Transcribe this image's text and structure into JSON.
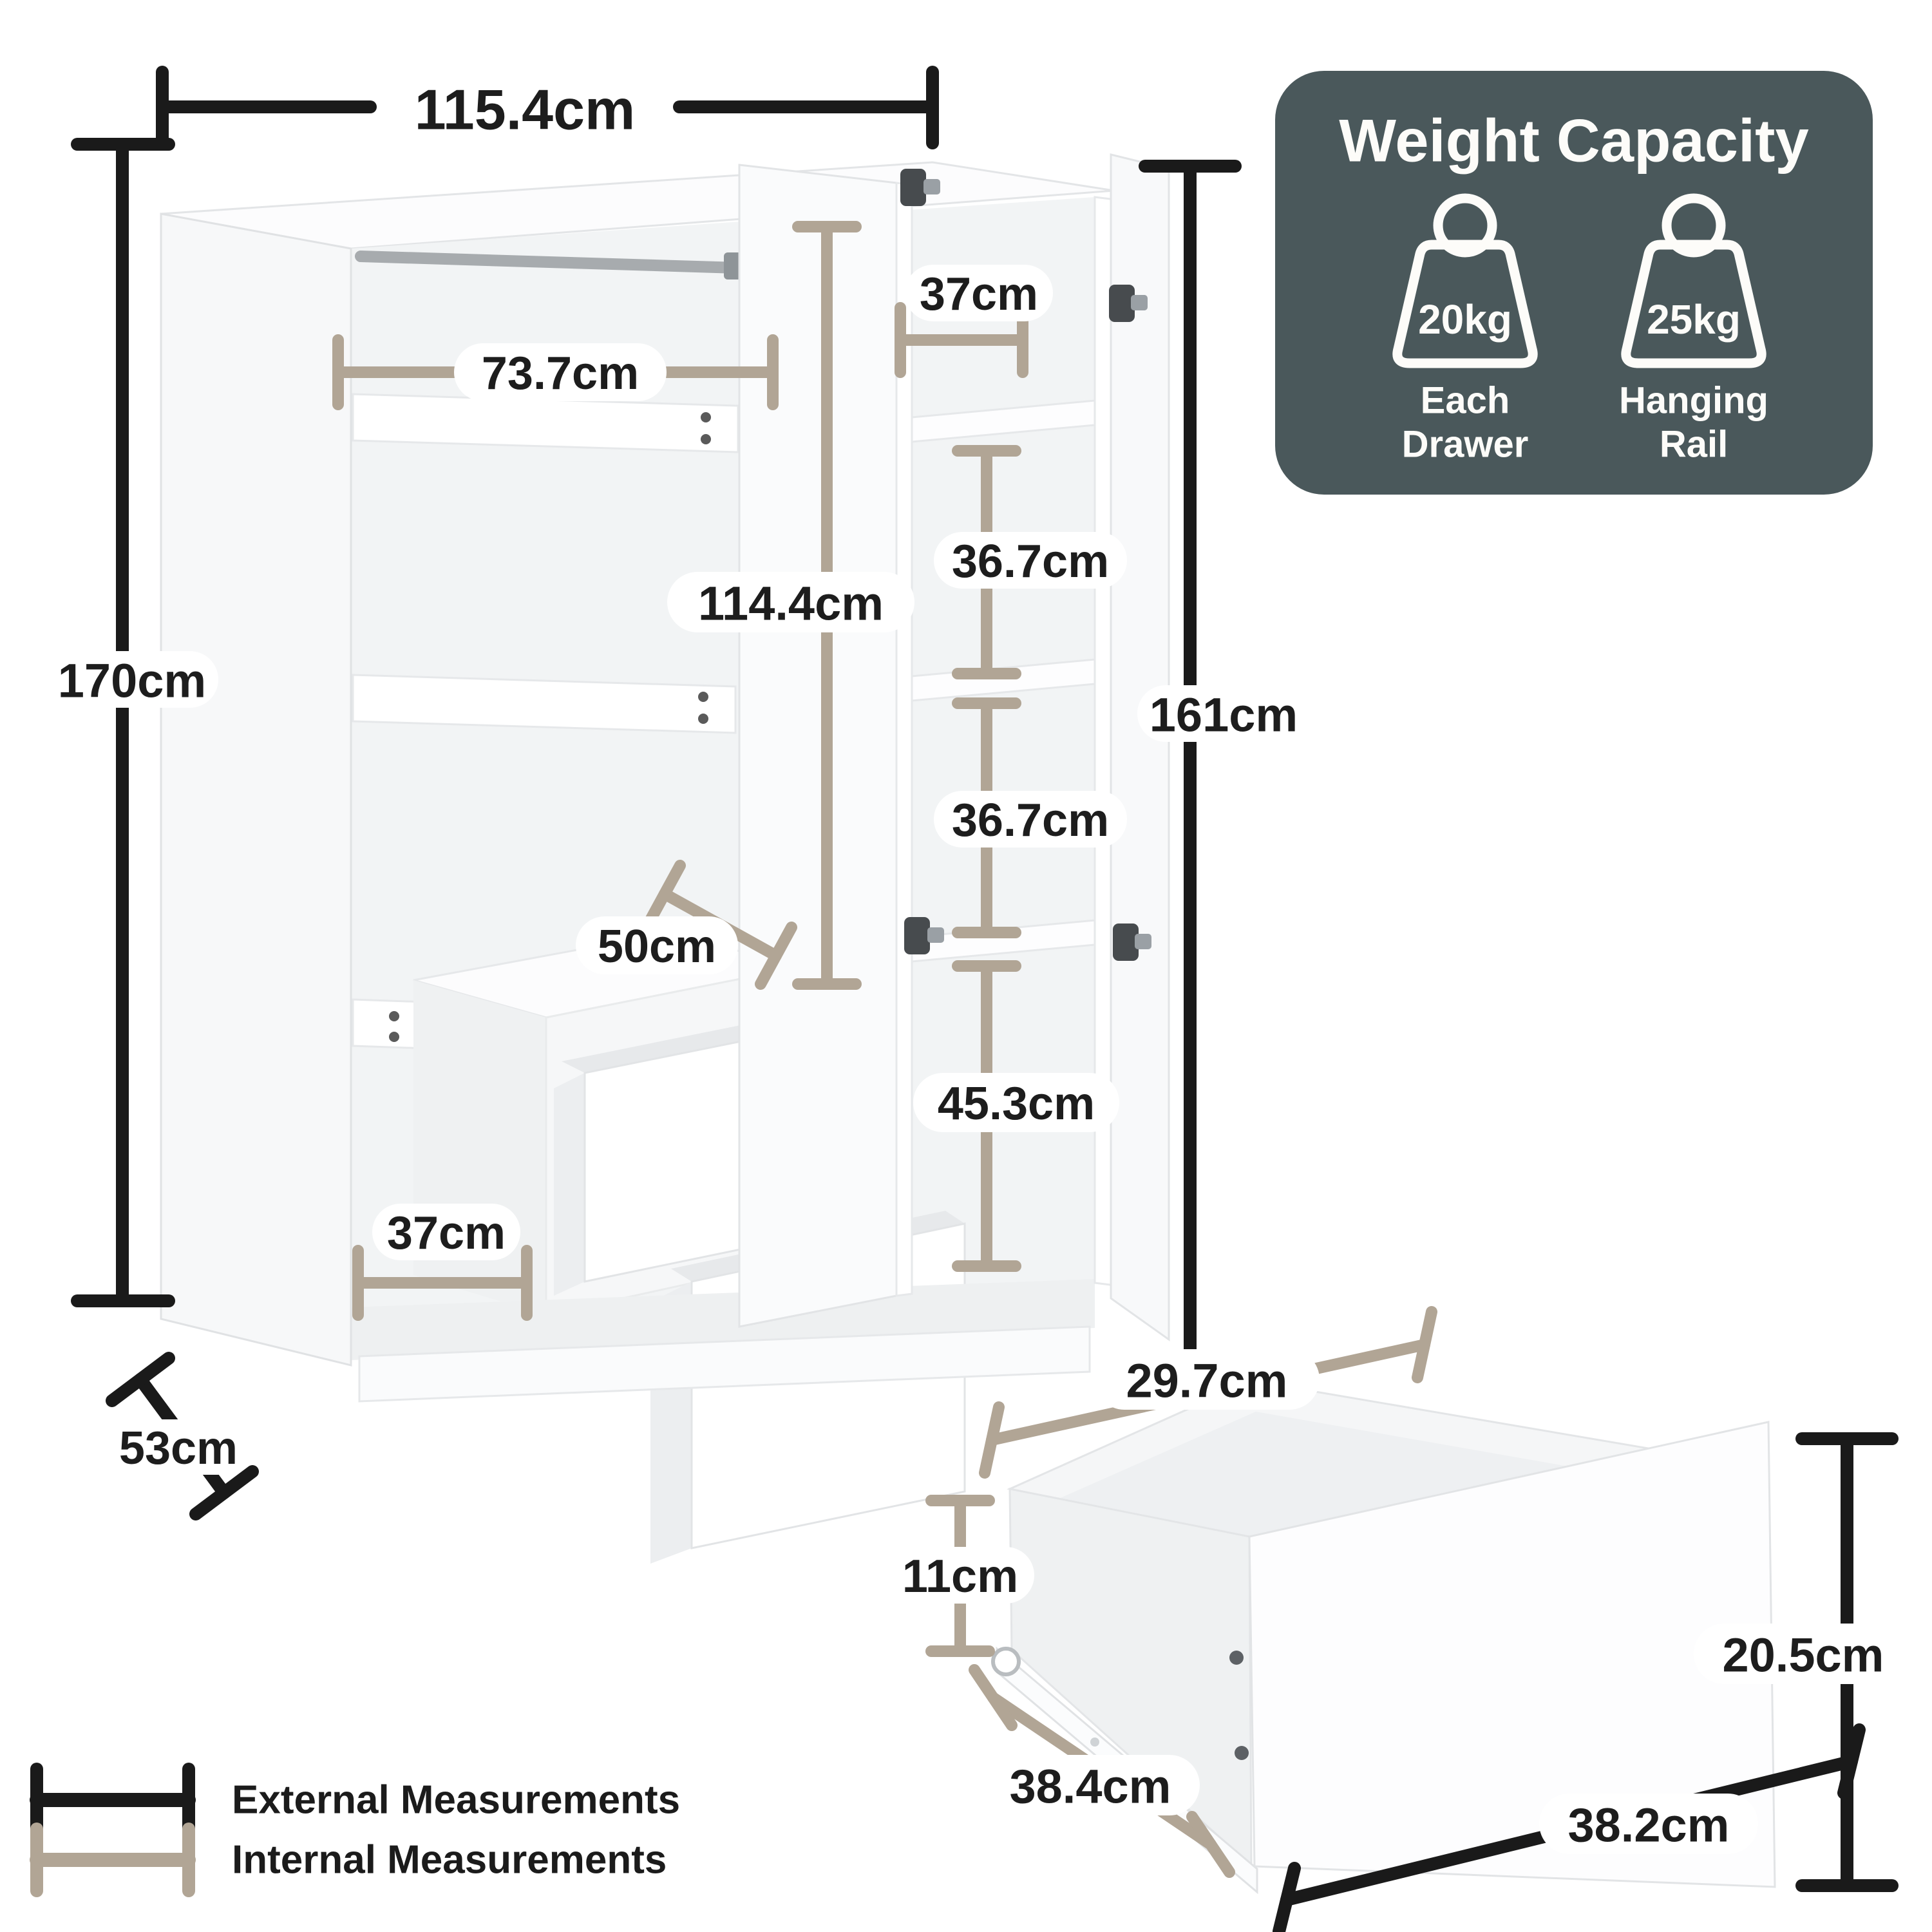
{
  "page": {
    "background": "#ffffff"
  },
  "colors": {
    "external_measure": "#1a1a1a",
    "internal_measure": "#b1a595",
    "weight_panel": "#4a585b",
    "pill": "#ffffff",
    "label_text": "#1d1d1d"
  },
  "wardrobe": {
    "external_width": "115.4cm",
    "external_height": "170cm",
    "external_depth": "53cm",
    "internal_height_right": "161cm",
    "hanging_area_width": "73.7cm",
    "hanging_area_height": "114.4cm",
    "top_shelf_width": "37cm",
    "shelf_spacing_upper": "36.7cm",
    "shelf_spacing_lower": "36.7cm",
    "bottom_right_section_height": "45.3cm",
    "drawer_unit_width": "50cm",
    "bottom_left_width": "37cm"
  },
  "drawer_detail": {
    "internal_width": "29.7cm",
    "internal_height": "11cm",
    "internal_depth": "38.4cm",
    "external_height": "20.5cm",
    "external_width": "38.2cm"
  },
  "weight_capacity": {
    "title": "Weight Capacity",
    "items": [
      {
        "capacity": "20kg",
        "label_line1": "Each",
        "label_line2": "Drawer"
      },
      {
        "capacity": "25kg",
        "label_line1": "Hanging",
        "label_line2": "Rail"
      }
    ]
  },
  "legend": {
    "external": "External Measurements",
    "internal": "Internal Measurements"
  }
}
